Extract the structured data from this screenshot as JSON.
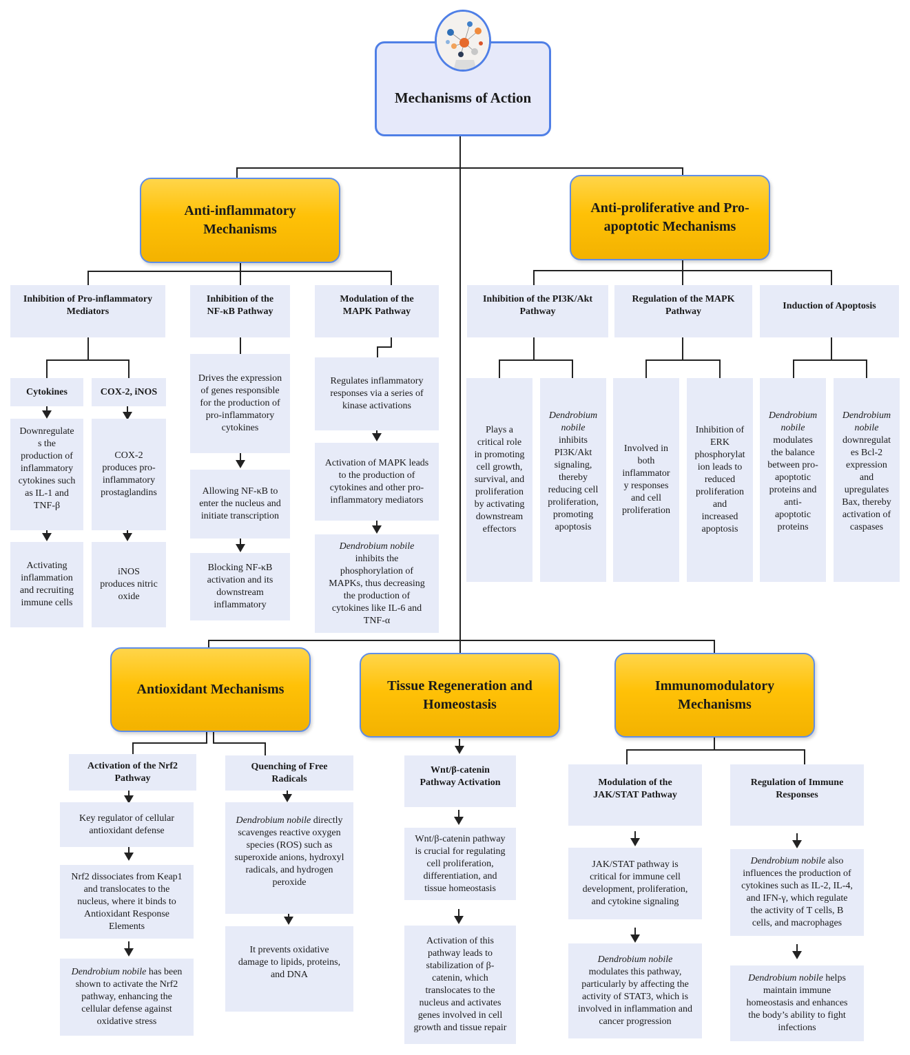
{
  "root": {
    "title": "Mechanisms of Action",
    "icon": "molecule-network-icon"
  },
  "categories": {
    "anti_inflammatory": "Anti-inflammatory\nMechanisms",
    "anti_proliferative": "Anti-proliferative and Pro-\napoptotic Mechanisms",
    "antioxidant": "Antioxidant Mechanisms",
    "tissue": "Tissue Regeneration and\nHomeostasis",
    "immuno": "Immunomodulatory\nMechanisms"
  },
  "anti_inflammatory": {
    "mediators": {
      "header": "Inhibition of Pro-inflammatory\nMediators",
      "cytokines": {
        "header": "Cytokines",
        "steps": [
          "Downregulate\ns the\nproduction of\ninflammatory\ncytokines such\nas IL-1 and\nTNF-β",
          "Activating\ninflammation\nand recruiting\nimmune cells"
        ]
      },
      "cox": {
        "header": "COX-2, iNOS",
        "steps": [
          "COX-2\nproduces pro-\ninflammatory\nprostaglandins",
          "iNOS\nproduces nitric\noxide"
        ]
      }
    },
    "nfkb": {
      "header": "Inhibition of the\nNF-κB Pathway",
      "steps": [
        "Drives the expression\nof genes responsible\nfor the production of\npro-inflammatory\ncytokines",
        "Allowing NF-κB to\nenter the nucleus and\ninitiate transcription",
        "Blocking NF-κB\nactivation and its\ndownstream\ninflammatory"
      ]
    },
    "mapk": {
      "header": "Modulation of the\nMAPK Pathway",
      "steps": [
        "Regulates inflammatory\nresponses via a series of\nkinase activations",
        "Activation of MAPK leads\nto the production of\ncytokines and other pro-\ninflammatory mediators"
      ],
      "step3_italic": "Dendrobium nobile",
      "step3_rest": "inhibits the\nphosphorylation of\nMAPKs, thus decreasing\nthe production of\ncytokines like IL-6 and\nTNF-α"
    }
  },
  "anti_proliferative": {
    "pi3k": {
      "header": "Inhibition of the PI3K/Akt\nPathway",
      "left": "Plays a\ncritical role\nin promoting\ncell growth,\nsurvival, and\nproliferation\nby activating\ndownstream\neffectors",
      "right_italic": "Dendrobium\nnobile",
      "right_rest": "inhibits\nPI3K/Akt\nsignaling,\nthereby\nreducing cell\nproliferation,\npromoting\napoptosis"
    },
    "mapk": {
      "header": "Regulation of the MAPK\nPathway",
      "left": "Involved in\nboth\ninflammator\ny responses\nand cell\nproliferation",
      "right": "Inhibition of\nERK\nphosphorylat\nion leads to\nreduced\nproliferation\nand\nincreased\napoptosis"
    },
    "apoptosis": {
      "header": "Induction of Apoptosis",
      "left_italic": "Dendrobium\nnobile",
      "left_rest": "modulates\nthe balance\nbetween pro-\napoptotic\nproteins and\nanti-\napoptotic\nproteins",
      "right_italic": "Dendrobium\nnobile",
      "right_rest": "downregulat\nes Bcl-2\nexpression\nand\nupregulates\nBax, thereby\nactivation of\ncaspases"
    }
  },
  "antioxidant": {
    "nrf2": {
      "header": "Activation of the Nrf2\nPathway",
      "steps": [
        "Key regulator of cellular\nantioxidant defense",
        "Nrf2 dissociates from Keap1\nand translocates to the\nnucleus, where it binds to\nAntioxidant Response\nElements"
      ],
      "step3_italic": "Dendrobium nobile",
      "step3_rest": " has been\nshown to activate the Nrf2\npathway, enhancing the\ncellular defense against\noxidative stress"
    },
    "radicals": {
      "header": "Quenching of Free\nRadicals",
      "step1_italic": "Dendrobium nobile",
      "step1_rest": " directly\nscavenges reactive oxygen\nspecies (ROS) such as\nsuperoxide anions, hydroxyl\nradicals, and hydrogen\nperoxide",
      "step2": "It prevents oxidative\ndamage to lipids, proteins,\nand DNA"
    }
  },
  "tissue": {
    "wnt": {
      "header": "Wnt/β-catenin\nPathway Activation",
      "steps": [
        "Wnt/β-catenin pathway\nis crucial for regulating\ncell proliferation,\ndifferentiation, and\ntissue homeostasis",
        "Activation of this\npathway leads to\nstabilization of β-\ncatenin, which\ntranslocates to the\nnucleus and activates\ngenes involved in cell\ngrowth and tissue repair"
      ]
    }
  },
  "immuno": {
    "jak": {
      "header": "Modulation of the\nJAK/STAT Pathway",
      "step1": "JAK/STAT pathway is\ncritical for immune cell\ndevelopment, proliferation,\nand cytokine signaling",
      "step2_italic": "Dendrobium nobile",
      "step2_rest": "modulates this pathway,\nparticularly by affecting the\nactivity of STAT3, which is\ninvolved in inflammation and\ncancer progression"
    },
    "immune": {
      "header": "Regulation of Immune\nResponses",
      "step1_italic": "Dendrobium nobile",
      "step1_rest": " also\ninfluences the production of\ncytokines such as IL-2, IL-4,\nand IFN-γ, which regulate\nthe activity of T cells, B\ncells, and macrophages",
      "step2_italic": "Dendrobium nobile",
      "step2_rest": " helps\nmaintain immune\nhomeostasis and enhances\nthe body’s ability to fight\ninfections"
    }
  },
  "colors": {
    "category_fill": "#ffc107",
    "box_fill": "#e7ebf8",
    "root_border": "#4f7fe6",
    "root_fill": "#e6e9fa"
  }
}
